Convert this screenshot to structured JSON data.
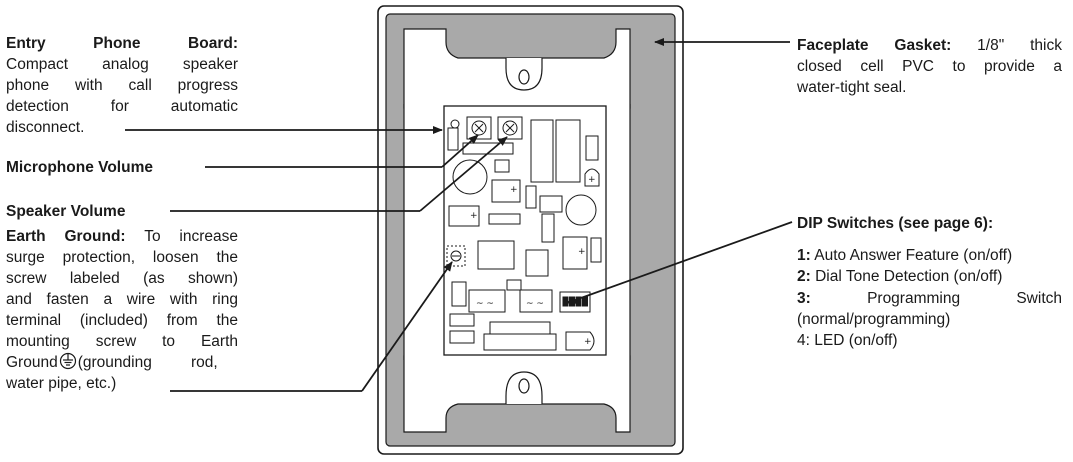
{
  "left": {
    "entry_title": "Entry Phone Board:",
    "entry_l1": "Compact analog speaker",
    "entry_l2": "phone with call progress",
    "entry_l3": "detection for automatic",
    "entry_l4": "disconnect.",
    "mic_volume": "Microphone Volume",
    "speaker_volume": "Speaker Volume",
    "earth_title": "Earth Ground:",
    "earth_l1_rest": "To increase",
    "earth_l2": "surge protection, loosen the",
    "earth_l3": "screw labeled (as shown)",
    "earth_l4": "and fasten a wire with ring",
    "earth_l5": "terminal (included) from the",
    "earth_l6": "mounting screw to Earth",
    "earth_l7_a": "Ground",
    "earth_l7_b": "(grounding rod,",
    "earth_l8": "water pipe, etc.)"
  },
  "right": {
    "gasket_title": "Faceplate Gasket:",
    "gasket_l1_rest": "1/8\" thick",
    "gasket_l2": "closed cell PVC to provide a",
    "gasket_l3": "water-tight seal.",
    "dip_title": "DIP Switches (see page 6):",
    "dip_1_num": "1:",
    "dip_1_text": "Auto Answer Feature (on/off)",
    "dip_2_num": "2:",
    "dip_2_text": "Dial Tone Detection (on/off)",
    "dip_3_num": "3:",
    "dip_3_text": "Programming Switch",
    "dip_3_cont": "(normal/programming)",
    "dip_4": "4: LED (on/off)"
  },
  "colors": {
    "line": "#1a1a1a",
    "gasket": "#a9a9a9",
    "plate": "#ffffff"
  },
  "icons": {
    "ground": "earth-ground-icon"
  }
}
